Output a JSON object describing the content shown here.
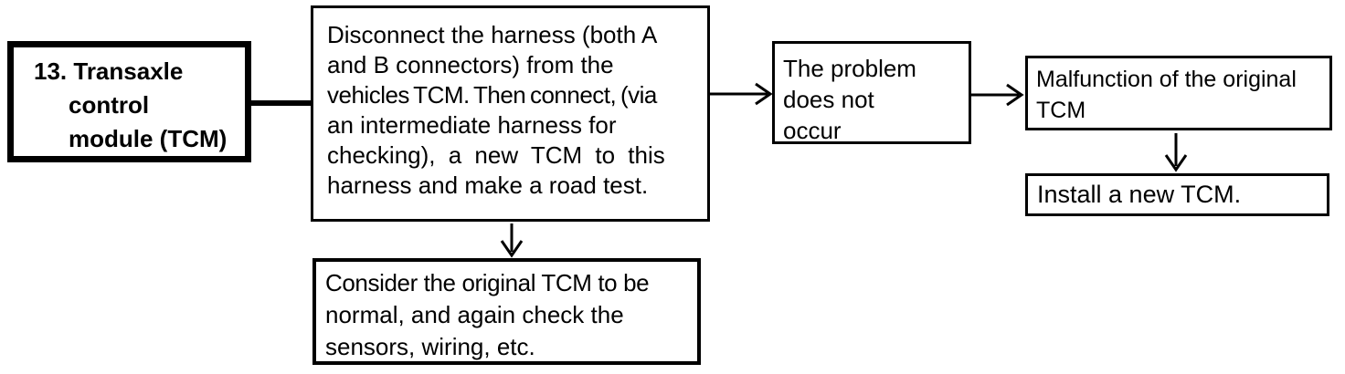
{
  "colors": {
    "ink": "#000000",
    "paper": "#ffffff"
  },
  "nodes": {
    "step": {
      "lines": [
        "13. Transaxle",
        "control",
        "module (TCM)"
      ]
    },
    "action": {
      "lines": [
        "Disconnect the harness (both A",
        "and B connectors) from the",
        "vehicles TCM. Then connect, (via",
        "an intermediate harness for",
        "checking), a new TCM to this",
        "harness and make a road test."
      ]
    },
    "result": {
      "lines": [
        "The problem",
        "does not",
        "occur"
      ]
    },
    "diagnosis": {
      "lines": [
        "Malfunction of the original",
        "TCM"
      ]
    },
    "remedy": {
      "lines": [
        "Install a new TCM."
      ]
    },
    "normal": {
      "lines": [
        "Consider the original TCM to be",
        "normal, and again check the",
        "sensors, wiring, etc."
      ]
    }
  }
}
